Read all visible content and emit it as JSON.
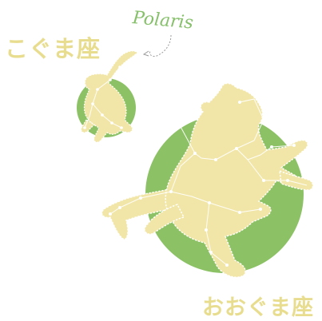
{
  "labels": {
    "small_bear": "こぐま座",
    "big_bear": "おおぐま座",
    "polaris": "Polaris"
  },
  "colors": {
    "circle_green": "#8cc265",
    "bear_fill": "#f1e6a7",
    "label_yellow": "#e8dd8f",
    "polaris_green": "#86c06a",
    "line": "#ffffff"
  }
}
